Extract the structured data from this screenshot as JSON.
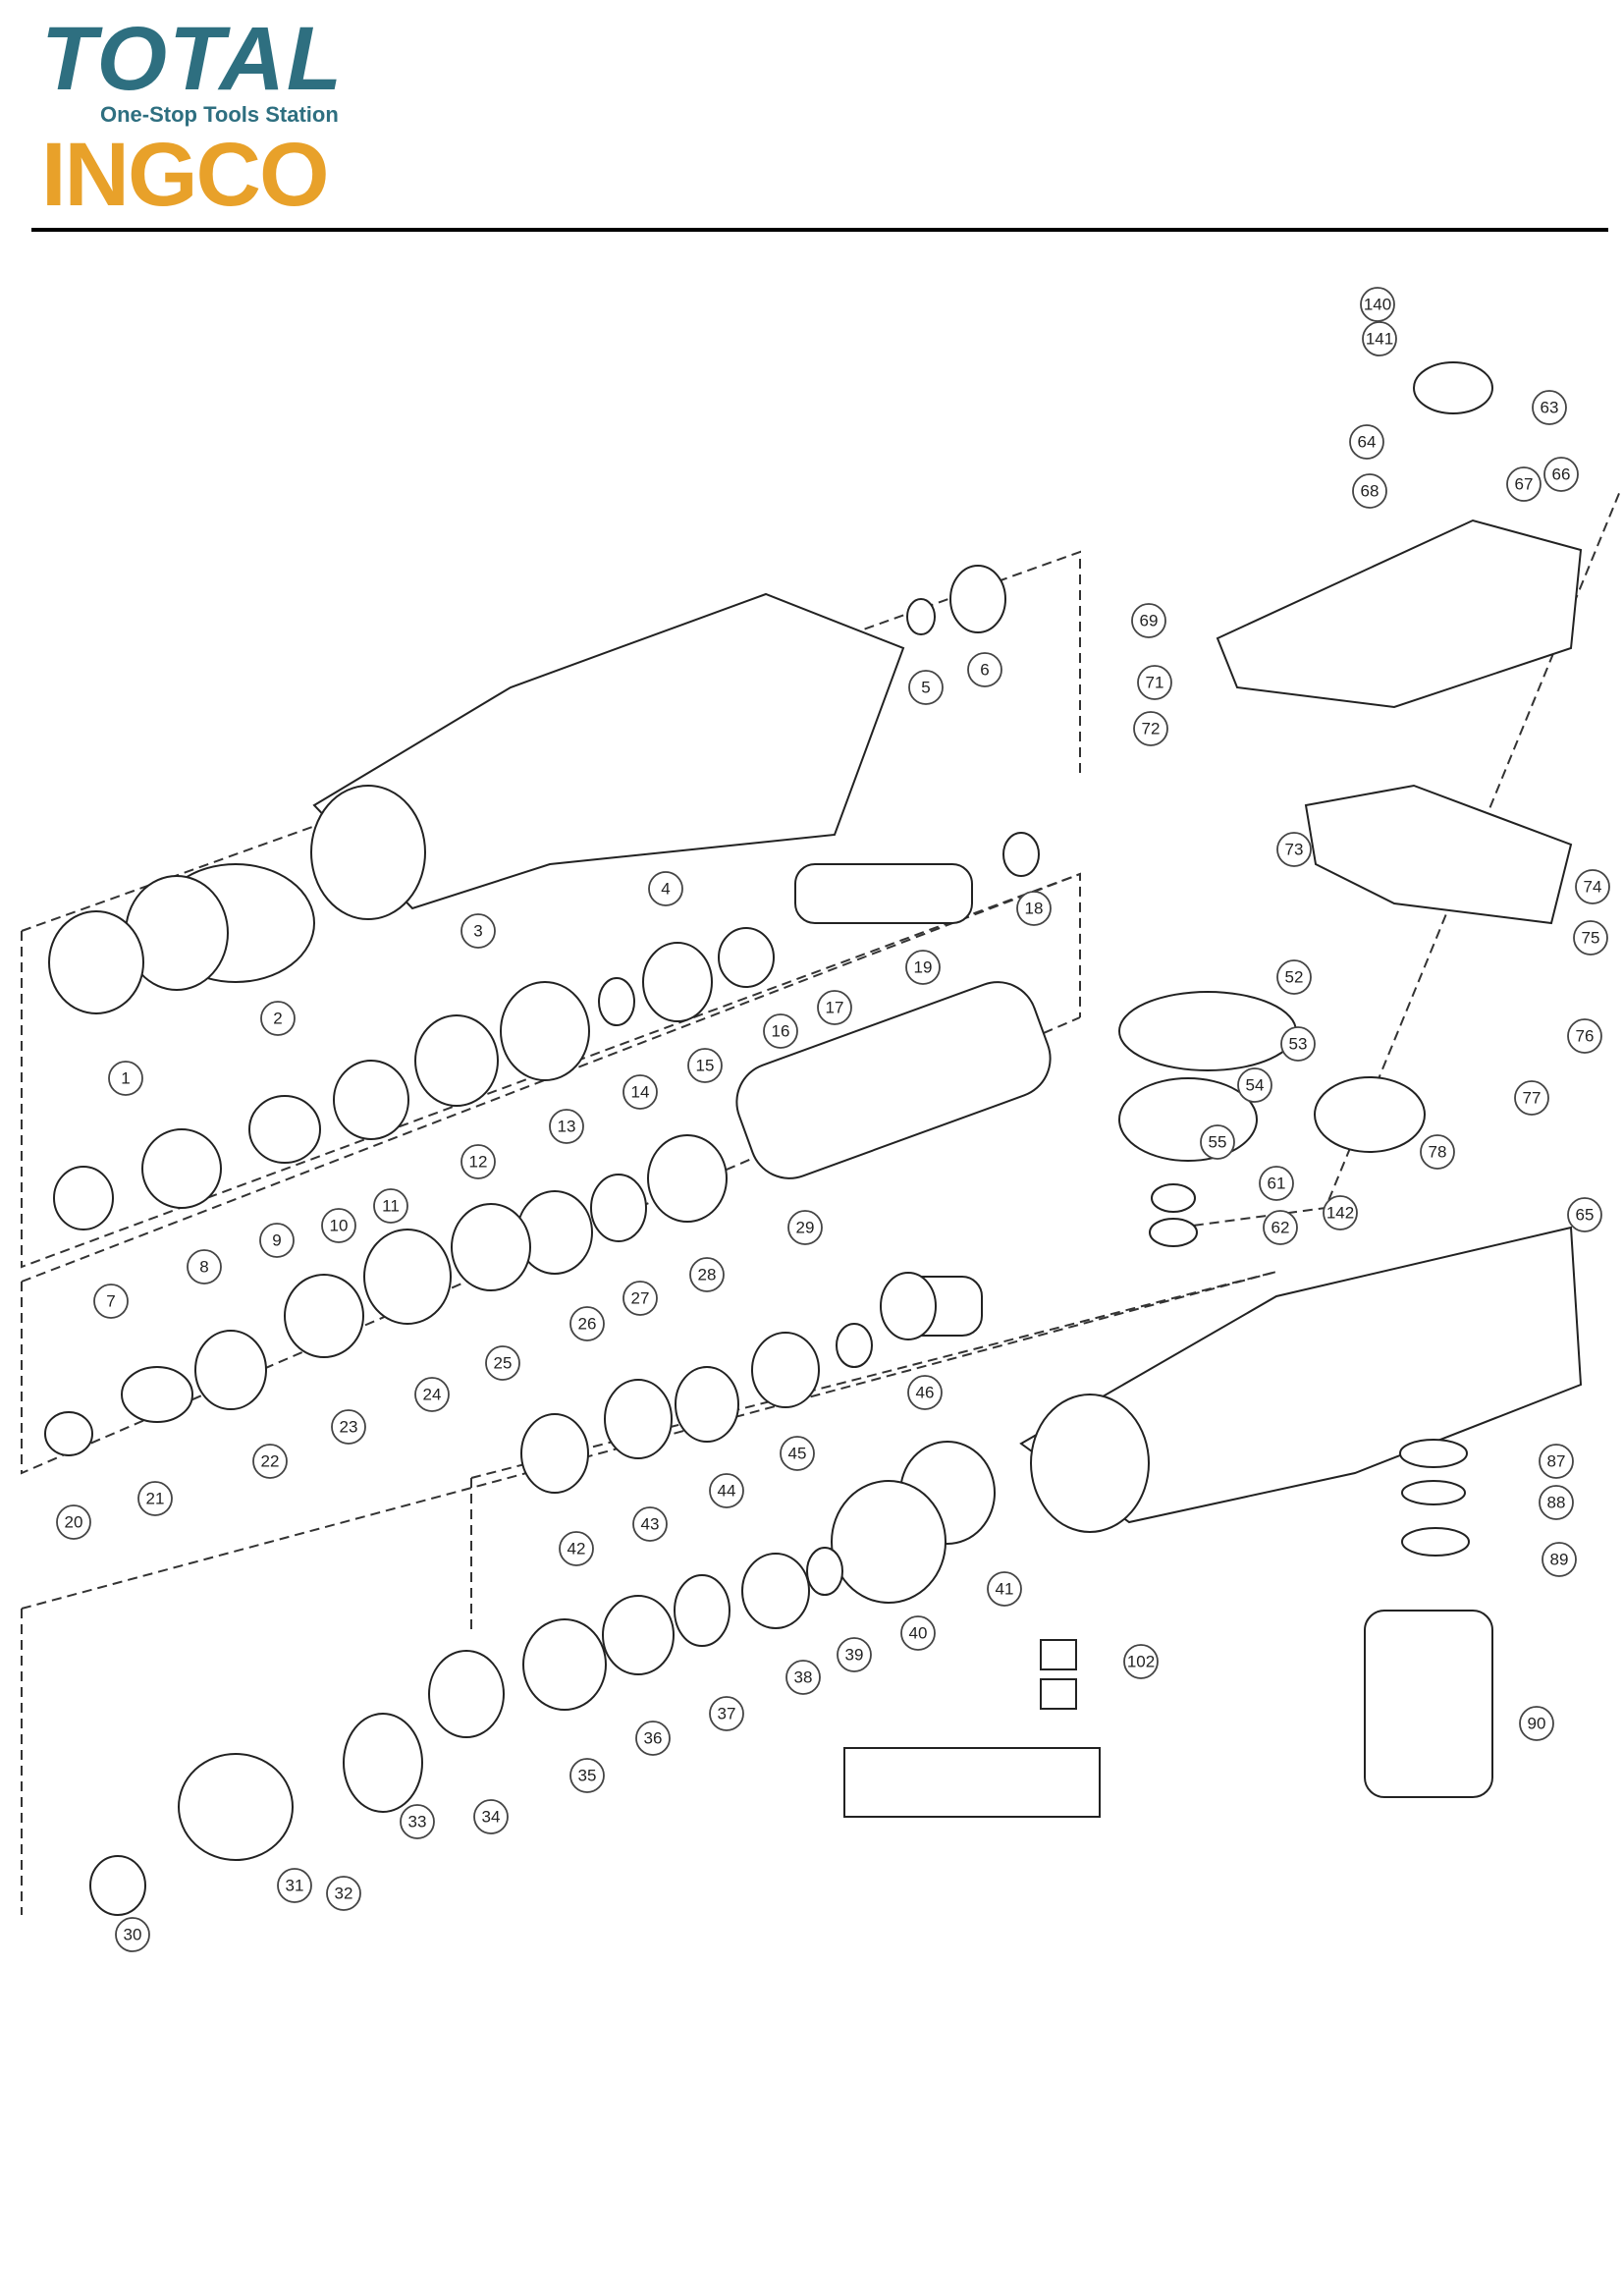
{
  "brand": {
    "primary": "TOTAL",
    "tagline": "One-Stop Tools Station",
    "secondary": "INGCO",
    "primary_color": "#2e6f80",
    "secondary_color": "#e8a12a"
  },
  "callouts": [
    "1",
    "2",
    "3",
    "4",
    "5",
    "6",
    "7",
    "8",
    "9",
    "10",
    "11",
    "12",
    "13",
    "14",
    "15",
    "16",
    "17",
    "18",
    "19",
    "20",
    "21",
    "22",
    "23",
    "24",
    "25",
    "26",
    "27",
    "28",
    "29",
    "30",
    "31",
    "32",
    "33",
    "34",
    "35",
    "36",
    "37",
    "38",
    "39",
    "40",
    "41",
    "42",
    "43",
    "44",
    "45",
    "46",
    "52",
    "53",
    "54",
    "55",
    "61",
    "62",
    "63",
    "64",
    "65",
    "66",
    "67",
    "68",
    "69",
    "71",
    "72",
    "73",
    "74",
    "75",
    "76",
    "77",
    "78",
    "87",
    "88",
    "89",
    "90",
    "102",
    "140",
    "141",
    "142"
  ]
}
